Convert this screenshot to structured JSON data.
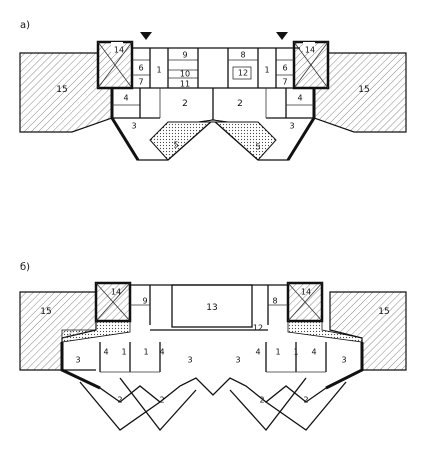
{
  "panels": [
    {
      "label": "а)",
      "rooms": [
        "14",
        "14",
        "15",
        "15",
        "9",
        "10",
        "11",
        "8",
        "12",
        "1",
        "1",
        "6",
        "6",
        "7",
        "7",
        "4",
        "4",
        "2",
        "2",
        "3",
        "3",
        "5",
        "5"
      ]
    },
    {
      "label": "б)",
      "rooms": [
        "14",
        "14",
        "15",
        "15",
        "13",
        "12",
        "9",
        "8",
        "4",
        "1",
        "1",
        "4",
        "4",
        "1",
        "1",
        "4",
        "3",
        "3",
        "3",
        "3",
        "2",
        "2",
        "2",
        "2"
      ]
    }
  ],
  "colors": {
    "line": "#111111",
    "hatch": "#555555",
    "dots": "#444444",
    "background": "#ffffff"
  }
}
